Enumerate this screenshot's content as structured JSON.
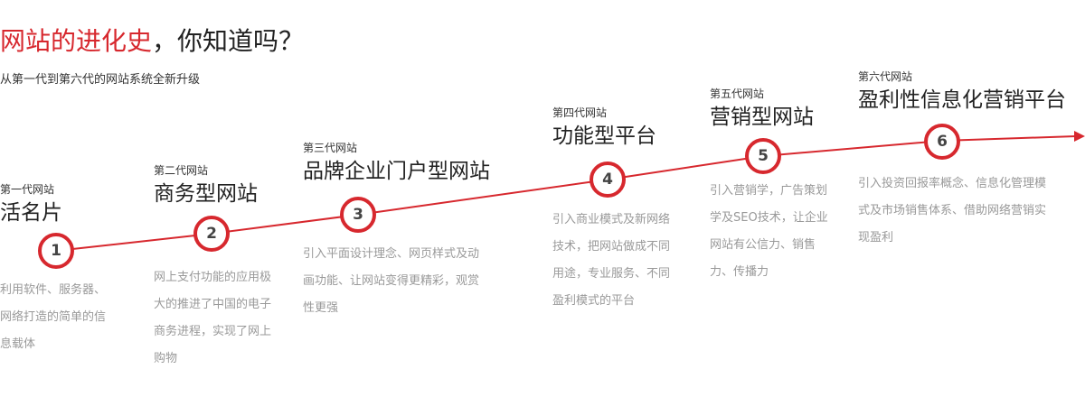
{
  "header": {
    "title_highlight": "网站的进化史",
    "title_rest": "，你知道吗？",
    "subtitle": "从第一代到第六代的网站系统全新升级"
  },
  "colors": {
    "accent": "#d7282e",
    "text": "#333333",
    "muted": "#999999"
  },
  "generations": [
    {
      "number": "1",
      "label": "第一代网站",
      "name": "活名片",
      "description": "利用软件、服务器、网络打造的简单的信息载体"
    },
    {
      "number": "2",
      "label": "第二代网站",
      "name": "商务型网站",
      "description": "网上支付功能的应用极大的推进了中国的电子商务进程，实现了网上购物"
    },
    {
      "number": "3",
      "label": "第三代网站",
      "name": "品牌企业门户型网站",
      "description": "引入平面设计理念、网页样式及动画功能、让网站变得更精彩，观赏性更强"
    },
    {
      "number": "4",
      "label": "第四代网站",
      "name": "功能型平台",
      "description": "引入商业模式及新网络技术，把网站做成不同用途，专业服务、不同盈利模式的平台"
    },
    {
      "number": "5",
      "label": "第五代网站",
      "name": "营销型网站",
      "description": "引入营销学，广告策划学及SEO技术，让企业网站有公信力、销售力、传播力"
    },
    {
      "number": "6",
      "label": "第六代网站",
      "name": "盈利性信息化营销平台",
      "description": "引入投资回报率概念、信息化管理模式及市场销售体系、借助网络营销实现盈利"
    }
  ]
}
